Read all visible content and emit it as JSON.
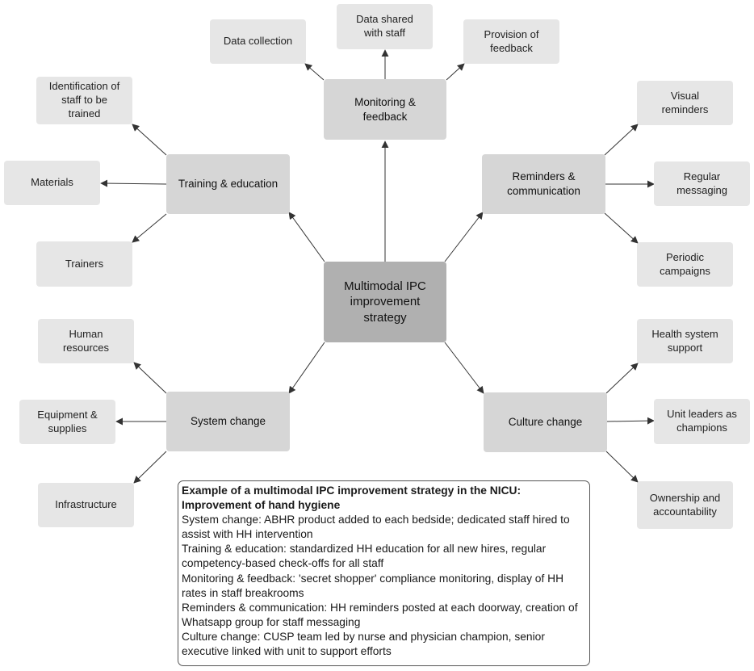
{
  "nodes": {
    "center": "Multimodal IPC\nimprovement\nstrategy",
    "training": "Training & education",
    "monitoring": "Monitoring &\nfeedback",
    "reminders": "Reminders &\ncommunication",
    "system": "System change",
    "culture": "Culture change",
    "identification": "Identification of\nstaff to be\ntrained",
    "materials": "Materials",
    "trainers": "Trainers",
    "data_collection": "Data collection",
    "data_shared": "Data shared\nwith staff",
    "provision_feedback": "Provision of\nfeedback",
    "visual_reminders": "Visual\nreminders",
    "regular_messaging": "Regular\nmessaging",
    "periodic_campaigns": "Periodic\ncampaigns",
    "human_resources": "Human\nresources",
    "equipment_supplies": "Equipment &\nsupplies",
    "infrastructure": "Infrastructure",
    "health_system_support": "Health system\nsupport",
    "unit_leaders": "Unit leaders as\nchampions",
    "ownership": "Ownership and\naccountability"
  },
  "example": {
    "title": "Example of a multimodal IPC improvement strategy in the NICU: Improvement of hand hygiene",
    "lines": [
      "System change: ABHR product added to each bedside; dedicated staff hired to assist with HH intervention",
      "Training & education: standardized HH education for all new hires, regular competency-based check-offs for all staff",
      "Monitoring & feedback: 'secret shopper' compliance monitoring, display of HH rates in staff breakrooms",
      "Reminders & communication: HH reminders posted at each doorway, creation of Whatsapp group for staff messaging",
      "Culture change:  CUSP team led by nurse and physician champion, senior executive linked with unit to support efforts"
    ]
  },
  "colors": {
    "center_fill": "#b0b0b0",
    "branch_fill": "#d6d6d6",
    "leaf_fill": "#e6e6e6",
    "arrow": "#333333"
  }
}
